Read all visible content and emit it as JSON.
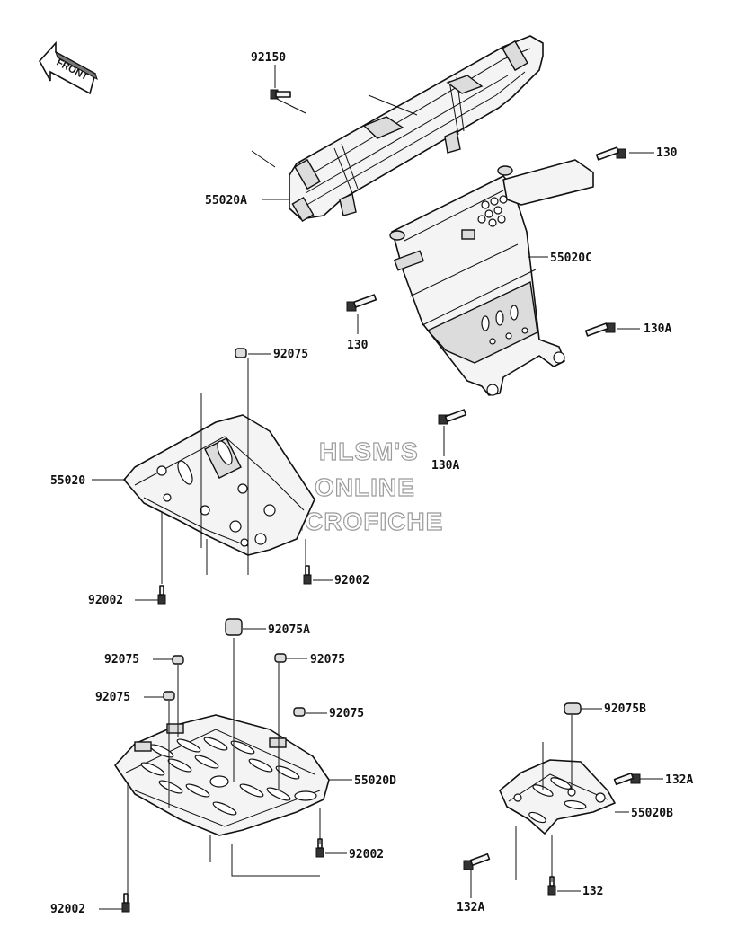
{
  "front_marker": "FRONT",
  "watermark": [
    "HLSM'S",
    "ONLINE",
    "MICROFICHE"
  ],
  "labels": {
    "p92150": "92150",
    "p130_top": "130",
    "p55020A": "55020A",
    "p55020C": "55020C",
    "p130_left": "130",
    "p130A_right": "130A",
    "p130A_mid": "130A",
    "p92075_a": "92075",
    "p55020": "55020",
    "p92002_a": "92002",
    "p92002_b": "92002",
    "p92075A": "92075A",
    "p92075_b": "92075",
    "p92075_c": "92075",
    "p92075_d": "92075",
    "p92075_e": "92075",
    "p55020D": "55020D",
    "p92002_c": "92002",
    "p92002_d": "92002",
    "p92075B": "92075B",
    "p132A_right": "132A",
    "p55020B": "55020B",
    "p132": "132",
    "p132A_left": "132A"
  }
}
